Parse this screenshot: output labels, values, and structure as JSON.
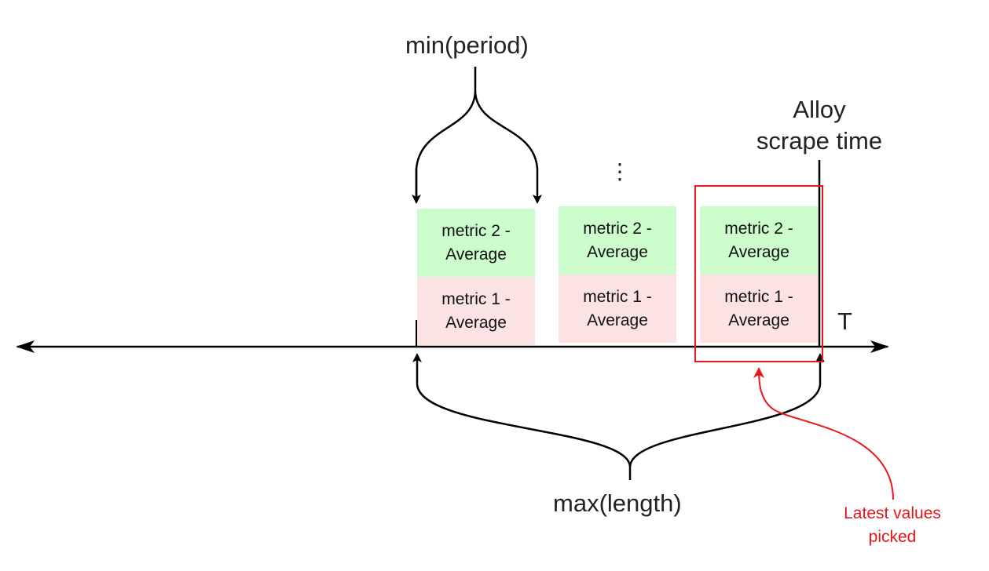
{
  "labels": {
    "min_period": "min(period)",
    "max_length": "max(length)",
    "scrape_time": "Alloy\nscrape time",
    "time_axis": "T",
    "ellipsis": "⋮",
    "latest_note": "Latest values\npicked"
  },
  "buckets": [
    {
      "top": "metric 2 -\nAverage",
      "bottom": "metric 1 -\nAverage"
    },
    {
      "top": "metric 2 -\nAverage",
      "bottom": "metric 1 -\nAverage"
    },
    {
      "top": "metric 2 -\nAverage",
      "bottom": "metric 1 -\nAverage"
    }
  ],
  "colors": {
    "metric2_fill": "#ccfccc",
    "metric1_fill": "#fbe3e3",
    "highlight": "#e8151b",
    "line": "#000000"
  }
}
